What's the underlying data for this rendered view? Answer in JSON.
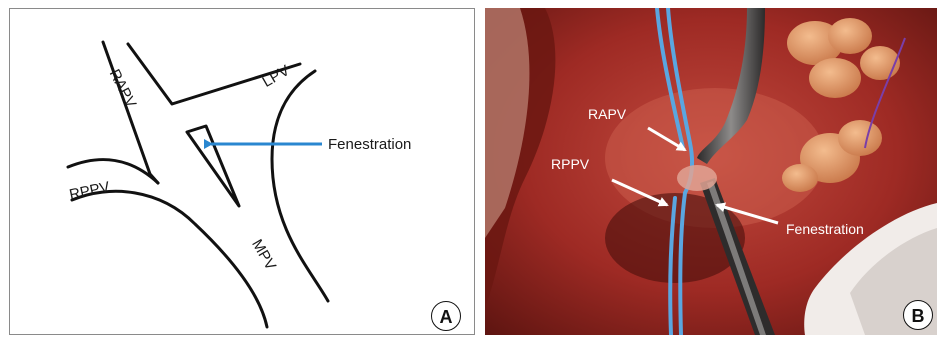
{
  "figure": {
    "panel_a": {
      "labels": {
        "rapv": "RAPV",
        "lpv": "LPV",
        "rppv": "RPPV",
        "mpv": "MPV",
        "fenestration": "Fenestration"
      },
      "panel_letter": "A",
      "arrow_color": "#2a87d0"
    },
    "panel_b": {
      "labels": {
        "rapv": "RAPV",
        "rppv": "RPPV",
        "fenestration": "Fenestration"
      },
      "panel_letter": "B",
      "loop_color": "#5aa6e0"
    }
  }
}
